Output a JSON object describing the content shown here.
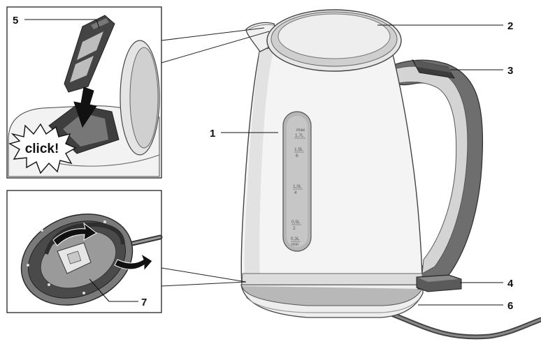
{
  "callouts": {
    "c1": "1",
    "c2": "2",
    "c3": "3",
    "c4": "4",
    "c5": "5",
    "c6": "6",
    "c7": "7"
  },
  "click_label": "click!",
  "water_scale": {
    "max_word": "max",
    "max_vol": "1,7L",
    "m15_vol": "1,5L",
    "m15_cups": "6",
    "m10_vol": "1,0L",
    "m10_cups": "4",
    "m05_vol": "0,5L",
    "m05_cups": "2",
    "min_vol": "0,3L",
    "min_word": "min"
  }
}
